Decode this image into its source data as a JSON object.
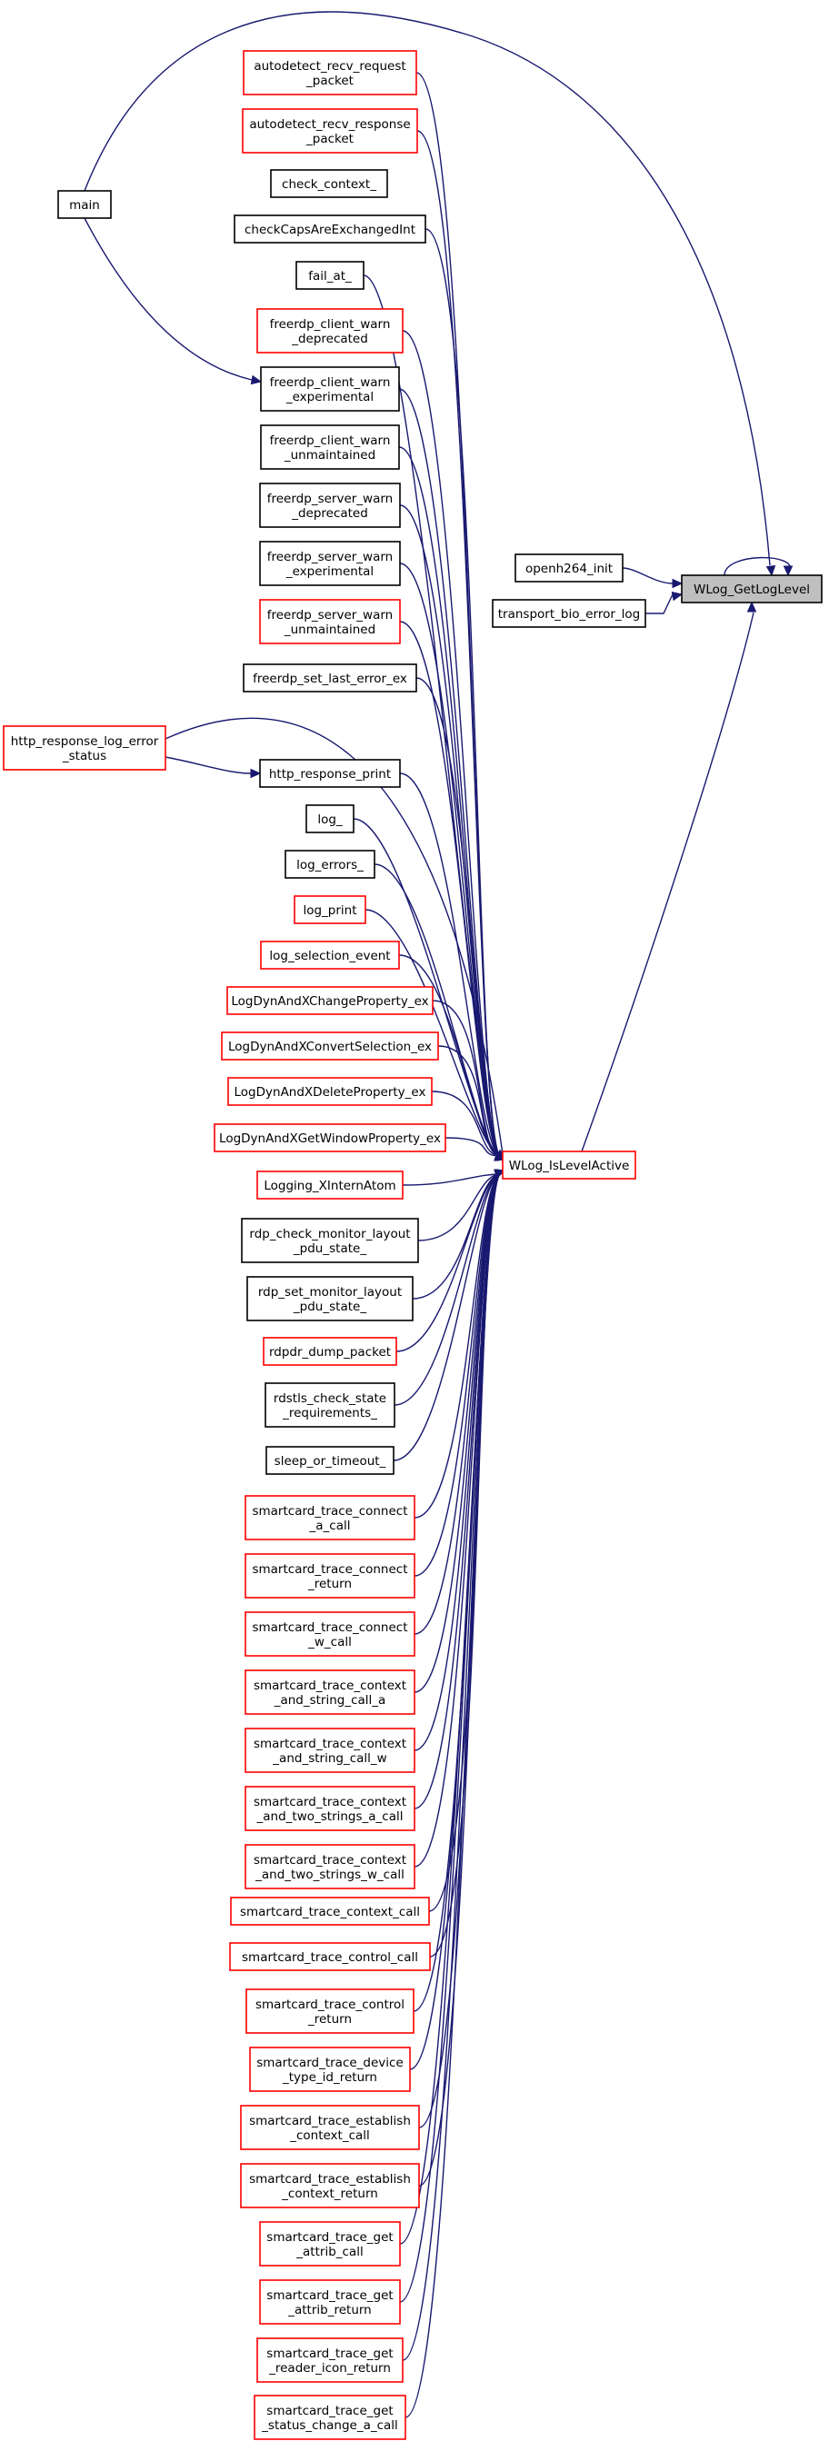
{
  "nodes": [
    {
      "id": "autodetect_recv_request_packet",
      "lines": [
        "autodetect_recv_request",
        "_packet"
      ],
      "style": "red"
    },
    {
      "id": "autodetect_recv_response_packet",
      "lines": [
        "autodetect_recv_response",
        "_packet"
      ],
      "style": "red"
    },
    {
      "id": "check_context_",
      "lines": [
        "check_context_"
      ],
      "style": "black"
    },
    {
      "id": "checkCapsAreExchangedInt",
      "lines": [
        "checkCapsAreExchangedInt"
      ],
      "style": "black"
    },
    {
      "id": "fail_at_",
      "lines": [
        "fail_at_"
      ],
      "style": "black"
    },
    {
      "id": "freerdp_client_warn_deprecated",
      "lines": [
        "freerdp_client_warn",
        "_deprecated"
      ],
      "style": "red"
    },
    {
      "id": "freerdp_client_warn_experimental",
      "lines": [
        "freerdp_client_warn",
        "_experimental"
      ],
      "style": "black"
    },
    {
      "id": "freerdp_client_warn_unmaintained",
      "lines": [
        "freerdp_client_warn",
        "_unmaintained"
      ],
      "style": "black"
    },
    {
      "id": "freerdp_server_warn_deprecated",
      "lines": [
        "freerdp_server_warn",
        "_deprecated"
      ],
      "style": "black"
    },
    {
      "id": "freerdp_server_warn_experimental",
      "lines": [
        "freerdp_server_warn",
        "_experimental"
      ],
      "style": "black"
    },
    {
      "id": "freerdp_server_warn_unmaintained",
      "lines": [
        "freerdp_server_warn",
        "_unmaintained"
      ],
      "style": "red"
    },
    {
      "id": "freerdp_set_last_error_ex",
      "lines": [
        "freerdp_set_last_error_ex"
      ],
      "style": "black"
    },
    {
      "id": "http_response_print",
      "lines": [
        "http_response_print"
      ],
      "style": "black"
    },
    {
      "id": "log_",
      "lines": [
        "log_"
      ],
      "style": "black"
    },
    {
      "id": "log_errors_",
      "lines": [
        "log_errors_"
      ],
      "style": "black"
    },
    {
      "id": "log_print",
      "lines": [
        "log_print"
      ],
      "style": "red"
    },
    {
      "id": "log_selection_event",
      "lines": [
        "log_selection_event"
      ],
      "style": "red"
    },
    {
      "id": "LogDynAndXChangeProperty_ex",
      "lines": [
        "LogDynAndXChangeProperty_ex"
      ],
      "style": "red"
    },
    {
      "id": "LogDynAndXConvertSelection_ex",
      "lines": [
        "LogDynAndXConvertSelection_ex"
      ],
      "style": "red"
    },
    {
      "id": "LogDynAndXDeleteProperty_ex",
      "lines": [
        "LogDynAndXDeleteProperty_ex"
      ],
      "style": "red"
    },
    {
      "id": "LogDynAndXGetWindowProperty_ex",
      "lines": [
        "LogDynAndXGetWindowProperty_ex"
      ],
      "style": "red"
    },
    {
      "id": "Logging_XInternAtom",
      "lines": [
        "Logging_XInternAtom"
      ],
      "style": "red"
    },
    {
      "id": "rdp_check_monitor_layout_pdu_state_",
      "lines": [
        "rdp_check_monitor_layout",
        "_pdu_state_"
      ],
      "style": "black"
    },
    {
      "id": "rdp_set_monitor_layout_pdu_state_",
      "lines": [
        "rdp_set_monitor_layout",
        "_pdu_state_"
      ],
      "style": "black"
    },
    {
      "id": "rdpdr_dump_packet",
      "lines": [
        "rdpdr_dump_packet"
      ],
      "style": "red"
    },
    {
      "id": "rdstls_check_state_requirements_",
      "lines": [
        "rdstls_check_state",
        "_requirements_"
      ],
      "style": "black"
    },
    {
      "id": "sleep_or_timeout_",
      "lines": [
        "sleep_or_timeout_"
      ],
      "style": "black"
    },
    {
      "id": "smartcard_trace_connect_a_call",
      "lines": [
        "smartcard_trace_connect",
        "_a_call"
      ],
      "style": "red"
    },
    {
      "id": "smartcard_trace_connect_return",
      "lines": [
        "smartcard_trace_connect",
        "_return"
      ],
      "style": "red"
    },
    {
      "id": "smartcard_trace_connect_w_call",
      "lines": [
        "smartcard_trace_connect",
        "_w_call"
      ],
      "style": "red"
    },
    {
      "id": "smartcard_trace_context_and_string_call_a",
      "lines": [
        "smartcard_trace_context",
        "_and_string_call_a"
      ],
      "style": "red"
    },
    {
      "id": "smartcard_trace_context_and_string_call_w",
      "lines": [
        "smartcard_trace_context",
        "_and_string_call_w"
      ],
      "style": "red"
    },
    {
      "id": "smartcard_trace_context_and_two_strings_a_call",
      "lines": [
        "smartcard_trace_context",
        "_and_two_strings_a_call"
      ],
      "style": "red"
    },
    {
      "id": "smartcard_trace_context_and_two_strings_w_call",
      "lines": [
        "smartcard_trace_context",
        "_and_two_strings_w_call"
      ],
      "style": "red"
    },
    {
      "id": "smartcard_trace_context_call",
      "lines": [
        "smartcard_trace_context_call"
      ],
      "style": "red"
    },
    {
      "id": "smartcard_trace_control_call",
      "lines": [
        "smartcard_trace_control_call"
      ],
      "style": "red"
    },
    {
      "id": "smartcard_trace_control_return",
      "lines": [
        "smartcard_trace_control",
        "_return"
      ],
      "style": "red"
    },
    {
      "id": "smartcard_trace_device_type_id_return",
      "lines": [
        "smartcard_trace_device",
        "_type_id_return"
      ],
      "style": "red"
    },
    {
      "id": "smartcard_trace_establish_context_call",
      "lines": [
        "smartcard_trace_establish",
        "_context_call"
      ],
      "style": "red"
    },
    {
      "id": "smartcard_trace_establish_context_return",
      "lines": [
        "smartcard_trace_establish",
        "_context_return"
      ],
      "style": "red"
    },
    {
      "id": "smartcard_trace_get_attrib_call",
      "lines": [
        "smartcard_trace_get",
        "_attrib_call"
      ],
      "style": "red"
    },
    {
      "id": "smartcard_trace_get_attrib_return",
      "lines": [
        "smartcard_trace_get",
        "_attrib_return"
      ],
      "style": "red"
    },
    {
      "id": "smartcard_trace_get_reader_icon_return",
      "lines": [
        "smartcard_trace_get",
        "_reader_icon_return"
      ],
      "style": "red"
    },
    {
      "id": "smartcard_trace_get_status_change_a_call",
      "lines": [
        "smartcard_trace_get",
        "_status_change_a_call"
      ],
      "style": "red"
    },
    {
      "id": "main",
      "lines": [
        "main"
      ],
      "style": "black"
    },
    {
      "id": "http_response_log_error_status",
      "lines": [
        "http_response_log_error",
        "_status"
      ],
      "style": "red"
    },
    {
      "id": "openh264_init",
      "lines": [
        "openh264_init"
      ],
      "style": "black"
    },
    {
      "id": "transport_bio_error_log",
      "lines": [
        "transport_bio_error_log"
      ],
      "style": "black"
    },
    {
      "id": "WLog_IsLevelActive",
      "lines": [
        "WLog_IsLevelActive"
      ],
      "style": "red"
    },
    {
      "id": "WLog_GetLogLevel",
      "lines": [
        "WLog_GetLogLevel"
      ],
      "style": "gray"
    }
  ],
  "edges": [
    {
      "from": "main",
      "to": "WLog_GetLogLevel"
    },
    {
      "from": "main",
      "to": "freerdp_client_warn_experimental"
    },
    {
      "from": "http_response_log_error_status",
      "to": "http_response_print"
    },
    {
      "from": "http_response_log_error_status",
      "to": "WLog_IsLevelActive"
    },
    {
      "from": "openh264_init",
      "to": "WLog_GetLogLevel"
    },
    {
      "from": "transport_bio_error_log",
      "to": "WLog_GetLogLevel"
    },
    {
      "from": "WLog_IsLevelActive",
      "to": "WLog_GetLogLevel"
    },
    {
      "from": "WLog_GetLogLevel",
      "to": "WLog_GetLogLevel"
    }
  ],
  "converging_edges_target": "WLog_IsLevelActive",
  "colors": {
    "edge": "#191970",
    "red_border": "#ff0000",
    "black_border": "#000000",
    "highlight_fill": "#bfbfbf"
  }
}
